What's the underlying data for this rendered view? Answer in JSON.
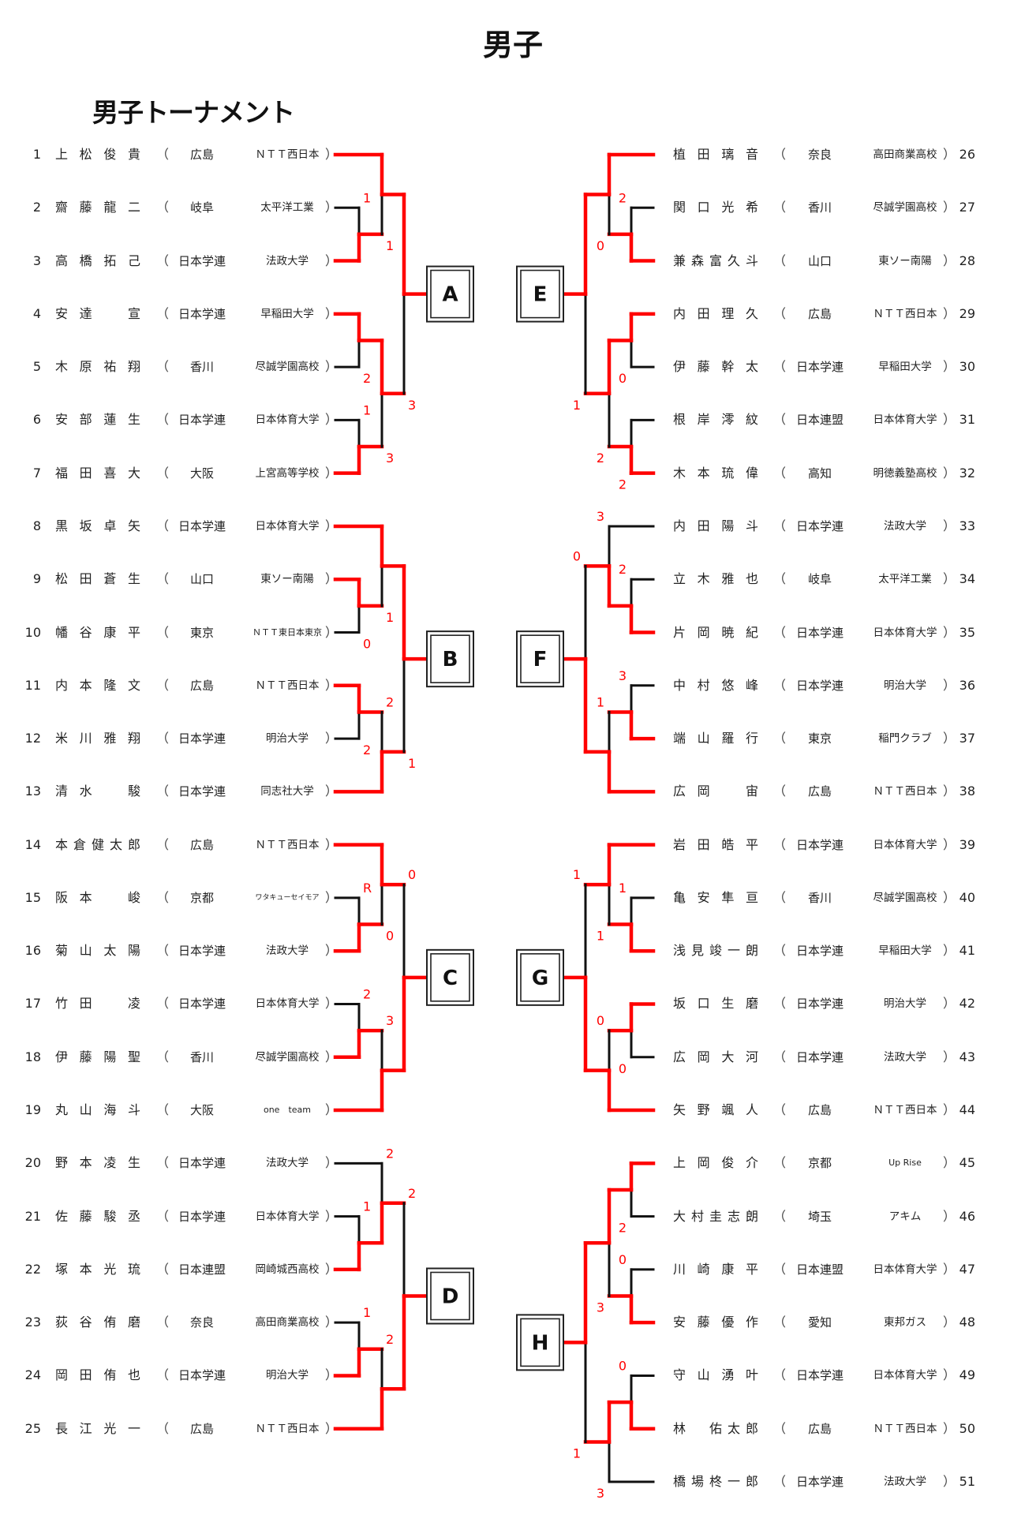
{
  "title": "男子",
  "subtitle": "男子トーナメント",
  "colors": {
    "winner": "#ff0000",
    "line": "#111111",
    "score": "#ff0000"
  },
  "entries": [
    {
      "no": "1",
      "name": "上松俊貴",
      "pref": "広島",
      "aff": "ＮＴＴ西日本"
    },
    {
      "no": "2",
      "name": "齋藤龍二",
      "pref": "岐阜",
      "aff": "太平洋工業"
    },
    {
      "no": "3",
      "name": "高橋拓己",
      "pref": "日本学連",
      "aff": "法政大学"
    },
    {
      "no": "4",
      "name": "安達　宣",
      "pref": "日本学連",
      "aff": "早稲田大学"
    },
    {
      "no": "5",
      "name": "木原祐翔",
      "pref": "香川",
      "aff": "尽誠学園高校"
    },
    {
      "no": "6",
      "name": "安部蓮生",
      "pref": "日本学連",
      "aff": "日本体育大学"
    },
    {
      "no": "7",
      "name": "福田喜大",
      "pref": "大阪",
      "aff": "上宮高等学校"
    },
    {
      "no": "8",
      "name": "黒坂卓矢",
      "pref": "日本学連",
      "aff": "日本体育大学"
    },
    {
      "no": "9",
      "name": "松田蒼生",
      "pref": "山口",
      "aff": "東ソー南陽"
    },
    {
      "no": "10",
      "name": "幡谷康平",
      "pref": "東京",
      "aff": "ＮＴＴ東日本東京"
    },
    {
      "no": "11",
      "name": "内本隆文",
      "pref": "広島",
      "aff": "ＮＴＴ西日本"
    },
    {
      "no": "12",
      "name": "米川雅翔",
      "pref": "日本学連",
      "aff": "明治大学"
    },
    {
      "no": "13",
      "name": "清水　駿",
      "pref": "日本学連",
      "aff": "同志社大学"
    },
    {
      "no": "14",
      "name": "本倉健太郎",
      "pref": "広島",
      "aff": "ＮＴＴ西日本"
    },
    {
      "no": "15",
      "name": "阪本　峻",
      "pref": "京都",
      "aff": "ワタキューセイモア"
    },
    {
      "no": "16",
      "name": "菊山太陽",
      "pref": "日本学連",
      "aff": "法政大学"
    },
    {
      "no": "17",
      "name": "竹田　凌",
      "pref": "日本学連",
      "aff": "日本体育大学"
    },
    {
      "no": "18",
      "name": "伊藤陽聖",
      "pref": "香川",
      "aff": "尽誠学園高校"
    },
    {
      "no": "19",
      "name": "丸山海斗",
      "pref": "大阪",
      "aff": "one　team"
    },
    {
      "no": "20",
      "name": "野本凌生",
      "pref": "日本学連",
      "aff": "法政大学"
    },
    {
      "no": "21",
      "name": "佐藤駿丞",
      "pref": "日本学連",
      "aff": "日本体育大学"
    },
    {
      "no": "22",
      "name": "塚本光琉",
      "pref": "日本連盟",
      "aff": "岡崎城西高校"
    },
    {
      "no": "23",
      "name": "荻谷侑磨",
      "pref": "奈良",
      "aff": "高田商業高校"
    },
    {
      "no": "24",
      "name": "岡田侑也",
      "pref": "日本学連",
      "aff": "明治大学"
    },
    {
      "no": "25",
      "name": "長江光一",
      "pref": "広島",
      "aff": "ＮＴＴ西日本"
    },
    {
      "no": "26",
      "name": "植田璃音",
      "pref": "奈良",
      "aff": "高田商業高校"
    },
    {
      "no": "27",
      "name": "関口光希",
      "pref": "香川",
      "aff": "尽誠学園高校"
    },
    {
      "no": "28",
      "name": "兼森富久斗",
      "pref": "山口",
      "aff": "東ソー南陽"
    },
    {
      "no": "29",
      "name": "内田理久",
      "pref": "広島",
      "aff": "ＮＴＴ西日本"
    },
    {
      "no": "30",
      "name": "伊藤幹太",
      "pref": "日本学連",
      "aff": "早稲田大学"
    },
    {
      "no": "31",
      "name": "根岸澪紋",
      "pref": "日本連盟",
      "aff": "日本体育大学"
    },
    {
      "no": "32",
      "name": "木本琉偉",
      "pref": "高知",
      "aff": "明徳義塾高校"
    },
    {
      "no": "33",
      "name": "内田陽斗",
      "pref": "日本学連",
      "aff": "法政大学"
    },
    {
      "no": "34",
      "name": "立木雅也",
      "pref": "岐阜",
      "aff": "太平洋工業"
    },
    {
      "no": "35",
      "name": "片岡暁紀",
      "pref": "日本学連",
      "aff": "日本体育大学"
    },
    {
      "no": "36",
      "name": "中村悠峰",
      "pref": "日本学連",
      "aff": "明治大学"
    },
    {
      "no": "37",
      "name": "端山羅行",
      "pref": "東京",
      "aff": "稲門クラブ"
    },
    {
      "no": "38",
      "name": "広岡　宙",
      "pref": "広島",
      "aff": "ＮＴＴ西日本"
    },
    {
      "no": "39",
      "name": "岩田皓平",
      "pref": "日本学連",
      "aff": "日本体育大学"
    },
    {
      "no": "40",
      "name": "亀安隼亘",
      "pref": "香川",
      "aff": "尽誠学園高校"
    },
    {
      "no": "41",
      "name": "浅見竣一朗",
      "pref": "日本学連",
      "aff": "早稲田大学"
    },
    {
      "no": "42",
      "name": "坂口生磨",
      "pref": "日本学連",
      "aff": "明治大学"
    },
    {
      "no": "43",
      "name": "広岡大河",
      "pref": "日本学連",
      "aff": "法政大学"
    },
    {
      "no": "44",
      "name": "矢野颯人",
      "pref": "広島",
      "aff": "ＮＴＴ西日本"
    },
    {
      "no": "45",
      "name": "上岡俊介",
      "pref": "京都",
      "aff": "Up Rise"
    },
    {
      "no": "46",
      "name": "大村圭志朗",
      "pref": "埼玉",
      "aff": "アキム"
    },
    {
      "no": "47",
      "name": "川崎康平",
      "pref": "日本連盟",
      "aff": "日本体育大学"
    },
    {
      "no": "48",
      "name": "安藤優作",
      "pref": "愛知",
      "aff": "東邦ガス"
    },
    {
      "no": "49",
      "name": "守山湧叶",
      "pref": "日本学連",
      "aff": "日本体育大学"
    },
    {
      "no": "50",
      "name": "林　佑太郎",
      "pref": "広島",
      "aff": "ＮＴＴ西日本"
    },
    {
      "no": "51",
      "name": "橋場柊一郎",
      "pref": "日本学連",
      "aff": "法政大学"
    }
  ],
  "paren_open": "（",
  "paren_close": "）",
  "blocks": [
    {
      "label": "A",
      "side": "left",
      "tree": {
        "w": 0,
        "c": [
          {
            "w": 0,
            "c": [
              1,
              {
                "w": 1,
                "s": "1",
                "c": [
                  {
                    "n": 2,
                    "s": "1"
                  },
                  3
                ]
              }
            ]
          },
          {
            "w": 0,
            "s": "3",
            "c": [
              {
                "w": 0,
                "c": [
                  4,
                  {
                    "n": 5,
                    "s": "2"
                  }
                ]
              },
              {
                "w": 1,
                "s": "3",
                "c": [
                  {
                    "n": 6,
                    "s": "1"
                  },
                  7
                ]
              }
            ]
          }
        ]
      }
    },
    {
      "label": "B",
      "side": "left",
      "tree": {
        "w": 0,
        "c": [
          {
            "w": 0,
            "c": [
              8,
              {
                "w": 0,
                "s": "1",
                "c": [
                  9,
                  {
                    "n": 10,
                    "s": "0"
                  }
                ]
              }
            ]
          },
          {
            "w": 1,
            "s": "1",
            "c": [
              {
                "w": 0,
                "s": "2",
                "c": [
                  11,
                  {
                    "n": 12,
                    "s": "2"
                  }
                ]
              },
              13
            ]
          }
        ]
      }
    },
    {
      "label": "C",
      "side": "left",
      "tree": {
        "w": 1,
        "c": [
          {
            "w": 0,
            "s": "0",
            "c": [
              14,
              {
                "w": 1,
                "s": "0",
                "c": [
                  {
                    "n": 15,
                    "s": "R"
                  },
                  16
                ]
              }
            ]
          },
          {
            "w": 1,
            "c": [
              {
                "w": 1,
                "s": "3",
                "c": [
                  {
                    "n": 17,
                    "s": "2"
                  },
                  18
                ]
              },
              19
            ]
          }
        ]
      }
    },
    {
      "label": "D",
      "side": "left",
      "tree": {
        "w": 1,
        "c": [
          {
            "w": 1,
            "s": "2",
            "c": [
              {
                "n": 20,
                "s": "2"
              },
              {
                "w": 1,
                "c": [
                  {
                    "n": 21,
                    "s": "1"
                  },
                  22
                ]
              }
            ]
          },
          {
            "w": 1,
            "c": [
              {
                "w": 1,
                "s": "2",
                "c": [
                  {
                    "n": 23,
                    "s": "1"
                  },
                  24
                ]
              },
              25
            ]
          }
        ]
      }
    },
    {
      "label": "E",
      "side": "right",
      "tree": {
        "w": 0,
        "c": [
          {
            "w": 0,
            "c": [
              26,
              {
                "w": 1,
                "s": "0",
                "c": [
                  {
                    "n": 27,
                    "s": "2"
                  },
                  28
                ]
              }
            ]
          },
          {
            "w": 0,
            "s": "1",
            "c": [
              {
                "w": 0,
                "c": [
                  29,
                  {
                    "n": 30,
                    "s": "0"
                  }
                ]
              },
              {
                "w": 1,
                "s": "2",
                "c": [
                  31,
                  {
                    "n": 32,
                    "s": "2"
                  }
                ]
              }
            ]
          }
        ]
      }
    },
    {
      "label": "F",
      "side": "right",
      "tree": {
        "w": 1,
        "c": [
          {
            "w": 1,
            "s": "0",
            "c": [
              {
                "n": 33,
                "s": "3"
              },
              {
                "w": 1,
                "c": [
                  {
                    "n": 34,
                    "s": "2"
                  },
                  35
                ]
              }
            ]
          },
          {
            "w": 1,
            "c": [
              {
                "w": 1,
                "s": "1",
                "c": [
                  {
                    "n": 36,
                    "s": "3"
                  },
                  37
                ]
              },
              38
            ]
          }
        ]
      }
    },
    {
      "label": "G",
      "side": "right",
      "tree": {
        "w": 1,
        "c": [
          {
            "w": 0,
            "s": "1",
            "c": [
              39,
              {
                "w": 1,
                "s": "1",
                "c": [
                  {
                    "n": 40,
                    "s": "1"
                  },
                  41
                ]
              }
            ]
          },
          {
            "w": 1,
            "c": [
              {
                "w": 0,
                "s": "0",
                "c": [
                  42,
                  {
                    "n": 43,
                    "s": "0"
                  }
                ]
              },
              44
            ]
          }
        ]
      }
    },
    {
      "label": "H",
      "side": "right",
      "tree": {
        "w": 0,
        "c": [
          {
            "w": 0,
            "c": [
              {
                "w": 0,
                "c": [
                  45,
                  {
                    "n": 46,
                    "s": "2"
                  }
                ]
              },
              {
                "w": 1,
                "s": "3",
                "c": [
                  {
                    "n": 47,
                    "s": "0"
                  },
                  48
                ]
              }
            ]
          },
          {
            "w": 0,
            "s": "1",
            "c": [
              {
                "w": 1,
                "c": [
                  {
                    "n": 49,
                    "s": "0"
                  },
                  50
                ]
              },
              {
                "n": 51,
                "s": "3"
              }
            ]
          }
        ]
      }
    }
  ]
}
